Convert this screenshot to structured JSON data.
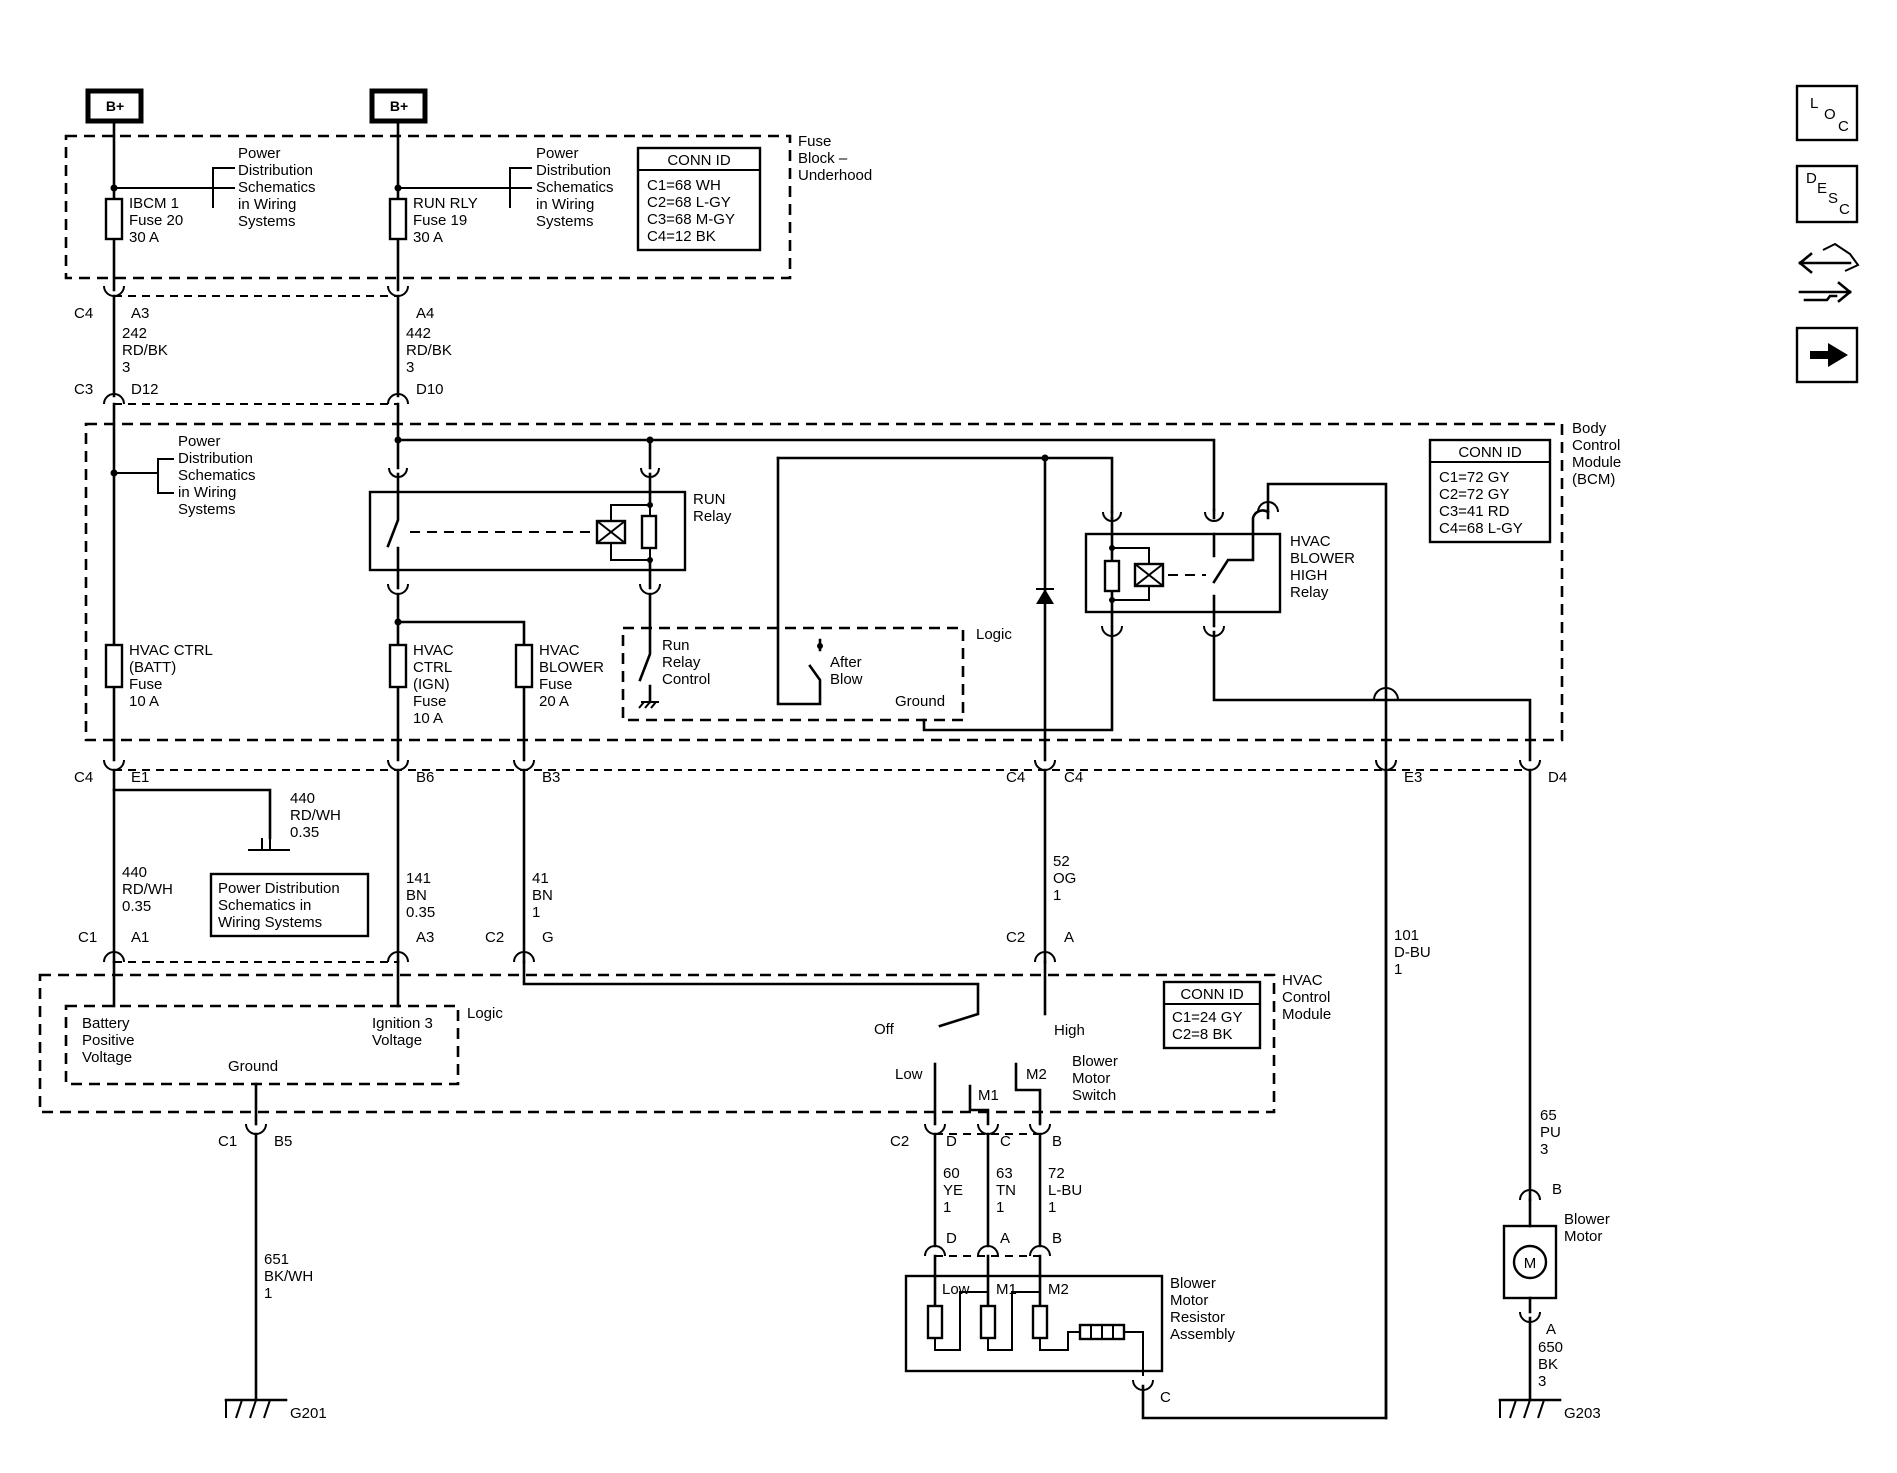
{
  "nav_icons": [
    {
      "name": "loc",
      "letters": [
        "L",
        "O",
        "C"
      ]
    },
    {
      "name": "desc",
      "letters": [
        "D",
        "E",
        "S",
        "C"
      ]
    },
    {
      "name": "connector-swap"
    },
    {
      "name": "next-arrow"
    }
  ],
  "power_sources": [
    "B+",
    "B+"
  ],
  "fuse_block": {
    "label": [
      "Fuse",
      "Block –",
      "Underhood"
    ],
    "fuse1": [
      "IBCM 1",
      "Fuse 20",
      "30 A"
    ],
    "fuse2": [
      "RUN RLY",
      "Fuse 19",
      "30 A"
    ],
    "pd_note": [
      "Power",
      "Distribution",
      "Schematics",
      "in Wiring",
      "Systems"
    ],
    "conn_id": {
      "title": "CONN ID",
      "rows": [
        "C1=68 WH",
        "C2=68 L-GY",
        "C3=68 M-GY",
        "C4=12 BK"
      ]
    }
  },
  "wires": {
    "w242": [
      "242",
      "RD/BK",
      "3"
    ],
    "w442": [
      "442",
      "RD/BK",
      "3"
    ],
    "w440a": [
      "440",
      "RD/WH",
      "0.35"
    ],
    "w440b": [
      "440",
      "RD/WH",
      "0.35"
    ],
    "w141": [
      "141",
      "BN",
      "0.35"
    ],
    "w41": [
      "41",
      "BN",
      "1"
    ],
    "w52": [
      "52",
      "OG",
      "1"
    ],
    "w101": [
      "101",
      "D-BU",
      "1"
    ],
    "w65": [
      "65",
      "PU",
      "3"
    ],
    "w651": [
      "651",
      "BK/WH",
      "1"
    ],
    "w60": [
      "60",
      "YE",
      "1"
    ],
    "w63": [
      "63",
      "TN",
      "1"
    ],
    "w72": [
      "72",
      "L-BU",
      "1"
    ],
    "w650": [
      "650",
      "BK",
      "3"
    ]
  },
  "connectors": {
    "c4a3": [
      "C4",
      "A3"
    ],
    "a4": "A4",
    "c3d12": [
      "C3",
      "D12"
    ],
    "d10": "D10",
    "c4e1": [
      "C4",
      "E1"
    ],
    "b6": "B6",
    "b3": "B3",
    "c4c4": [
      "C4",
      "C4"
    ],
    "e3": "E3",
    "d4": "D4",
    "c1a1": [
      "C1",
      "A1"
    ],
    "a3": "A3",
    "c2g": [
      "C2",
      "G"
    ],
    "c2a": [
      "C2",
      "A"
    ],
    "c1b5": [
      "C1",
      "B5"
    ],
    "c2d": [
      "C2",
      "D"
    ],
    "c": "C",
    "b": "B",
    "rd": "D",
    "ra": "A",
    "rb": "B",
    "rc": "C",
    "mb": "B",
    "ma": "A"
  },
  "bcm": {
    "label": [
      "Body",
      "Control",
      "Module",
      "(BCM)"
    ],
    "pd_note": [
      "Power",
      "Distribution",
      "Schematics",
      "in Wiring",
      "Systems"
    ],
    "run_relay": [
      "RUN",
      "Relay"
    ],
    "run_relay_control": [
      "Run",
      "Relay",
      "Control"
    ],
    "after_blow": [
      "After",
      "Blow"
    ],
    "logic": "Logic",
    "ground": "Ground",
    "fuse_batt": [
      "HVAC CTRL",
      "(BATT)",
      "Fuse",
      "10 A"
    ],
    "fuse_ign": [
      "HVAC",
      "CTRL",
      "(IGN)",
      "Fuse",
      "10 A"
    ],
    "fuse_blower": [
      "HVAC",
      "BLOWER",
      "Fuse",
      "20 A"
    ],
    "high_relay": [
      "HVAC",
      "BLOWER",
      "HIGH",
      "Relay"
    ],
    "conn_id": {
      "title": "CONN ID",
      "rows": [
        "C1=72 GY",
        "C2=72 GY",
        "C3=41 RD",
        "C4=68 L-GY"
      ]
    }
  },
  "pd_box": [
    "Power Distribution",
    "Schematics in",
    "Wiring Systems"
  ],
  "hvac": {
    "label": [
      "HVAC",
      "Control",
      "Module"
    ],
    "battery": [
      "Battery",
      "Positive",
      "Voltage"
    ],
    "ignition": [
      "Ignition 3",
      "Voltage"
    ],
    "logic": "Logic",
    "ground": "Ground",
    "off": "Off",
    "low": "Low",
    "high": "High",
    "m1": "M1",
    "m2": "M2",
    "switch": [
      "Blower",
      "Motor",
      "Switch"
    ],
    "conn_id": {
      "title": "CONN ID",
      "rows": [
        "C1=24 GY",
        "C2=8 BK"
      ]
    }
  },
  "resistor": {
    "label": [
      "Blower",
      "Motor",
      "Resistor",
      "Assembly"
    ],
    "low": "Low",
    "m1": "M1",
    "m2": "M2"
  },
  "motor": {
    "label": [
      "Blower",
      "Motor"
    ],
    "symbol": "M"
  },
  "grounds": [
    "G201",
    "G203"
  ]
}
